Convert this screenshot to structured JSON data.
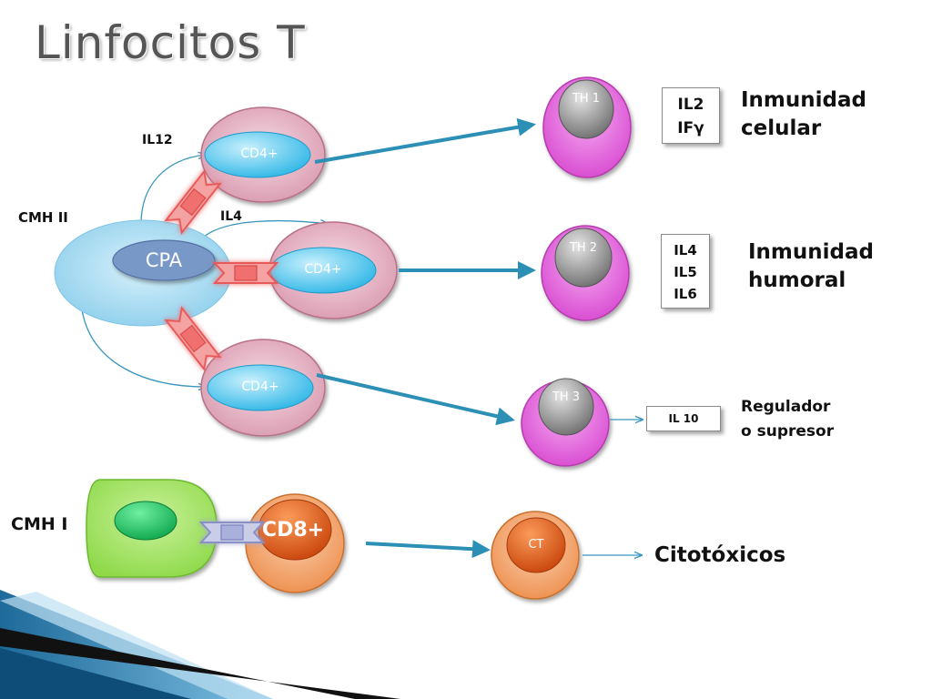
{
  "title": "Linfocitos T",
  "cpa": {
    "label": "CPA",
    "mhc_label": "CMH II"
  },
  "cd4_cells": [
    "CD4+",
    "CD4+",
    "CD4+"
  ],
  "interleukins_to_cd4": {
    "top": "IL12",
    "middle": "IL4"
  },
  "th_cells": [
    {
      "label": "TH 1",
      "cytokines": [
        "IL2",
        "IFγ"
      ],
      "outcome": [
        "Inmunidad",
        "celular"
      ]
    },
    {
      "label": "TH 2",
      "cytokines": [
        "IL4",
        "IL5",
        "IL6"
      ],
      "outcome": [
        "Inmunidad",
        "humoral"
      ]
    },
    {
      "label": "TH 3",
      "cytokines": [
        "IL 10"
      ],
      "outcome": [
        "Regulador",
        "o supresor"
      ]
    }
  ],
  "cd8_path": {
    "mhc_label": "CMH I",
    "cell_label": "CD8+",
    "effector_label": "CT",
    "outcome": "Citotóxicos"
  },
  "colors": {
    "cpa": "#9fd6ef",
    "cd4_outer": "#e7b6c6",
    "cd4_nucleus": "#6fd0f2",
    "th": "#e86ae0",
    "receptor": "#f07070",
    "cd8": "#f1a46c",
    "cd8_nucleus": "#e25a12",
    "apc_mhc1": "#a7e461",
    "arrow": "#2c8fb5"
  }
}
